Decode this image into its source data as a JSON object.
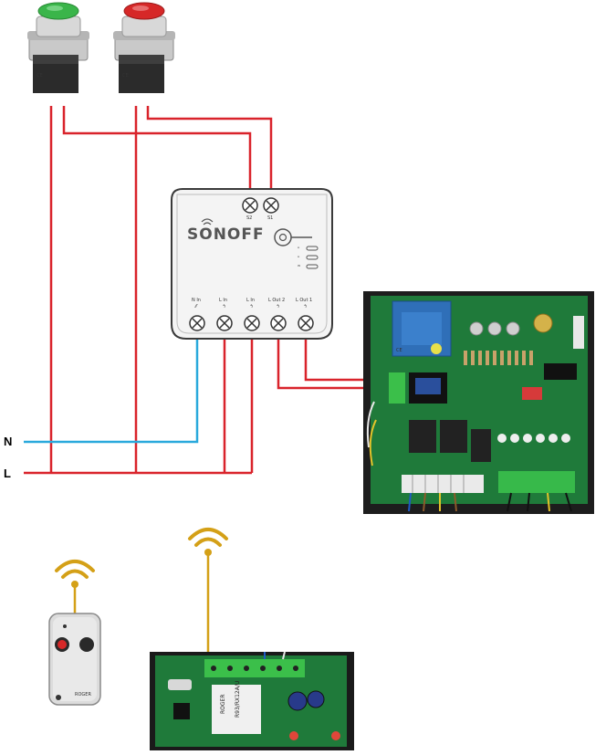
{
  "diagram": {
    "lines": {
      "neutral_label": "N",
      "live_label": "L"
    },
    "module": {
      "brand": "SONOFF",
      "switch_terminals": [
        "S2",
        "S1"
      ],
      "power_terminals": [
        "N In",
        "L In",
        "L In",
        "L Out 2",
        "L Out 1"
      ]
    },
    "remote": {
      "maker": "ROGER"
    },
    "receiver": {
      "model": "R93/RX12A/U",
      "maker": "ROGER"
    }
  },
  "colors": {
    "live_wire": "#d9232b",
    "neutral_wire": "#2aa9dc",
    "antenna": "#d4a017",
    "pcb_green": "#1f7a3a",
    "button_green": "#3ab54a",
    "button_red": "#d62828"
  }
}
